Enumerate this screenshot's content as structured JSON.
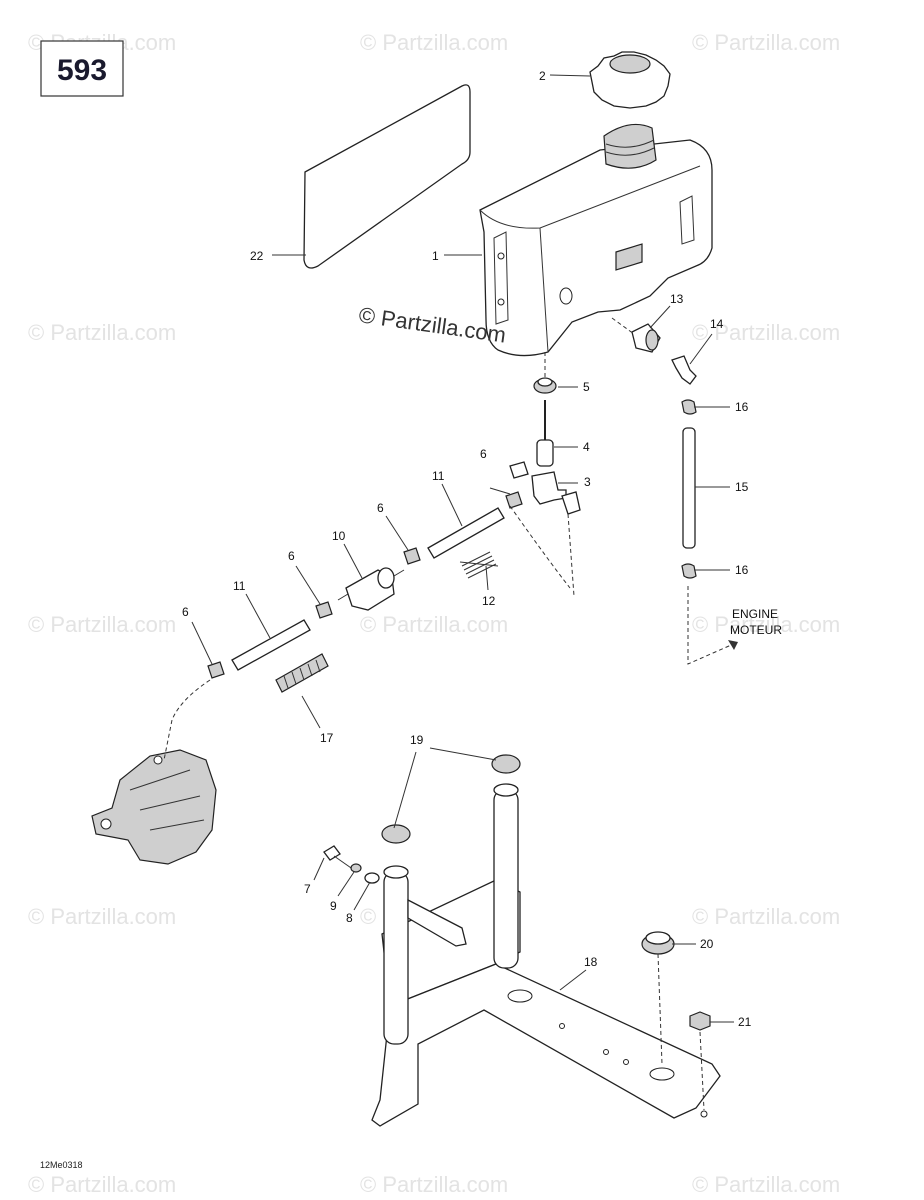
{
  "page_number": "593",
  "watermark": "© Partzilla.com",
  "center_watermark": "© Partzilla.com",
  "drawing_code": "12Me0318",
  "engine_label": [
    "ENGINE",
    "MOTEUR"
  ],
  "callouts": [
    "1",
    "2",
    "3",
    "4",
    "5",
    "6",
    "6",
    "6",
    "6",
    "7",
    "8",
    "9",
    "10",
    "11",
    "11",
    "12",
    "13",
    "14",
    "15",
    "16",
    "16",
    "17",
    "18",
    "19",
    "20",
    "21",
    "22"
  ]
}
